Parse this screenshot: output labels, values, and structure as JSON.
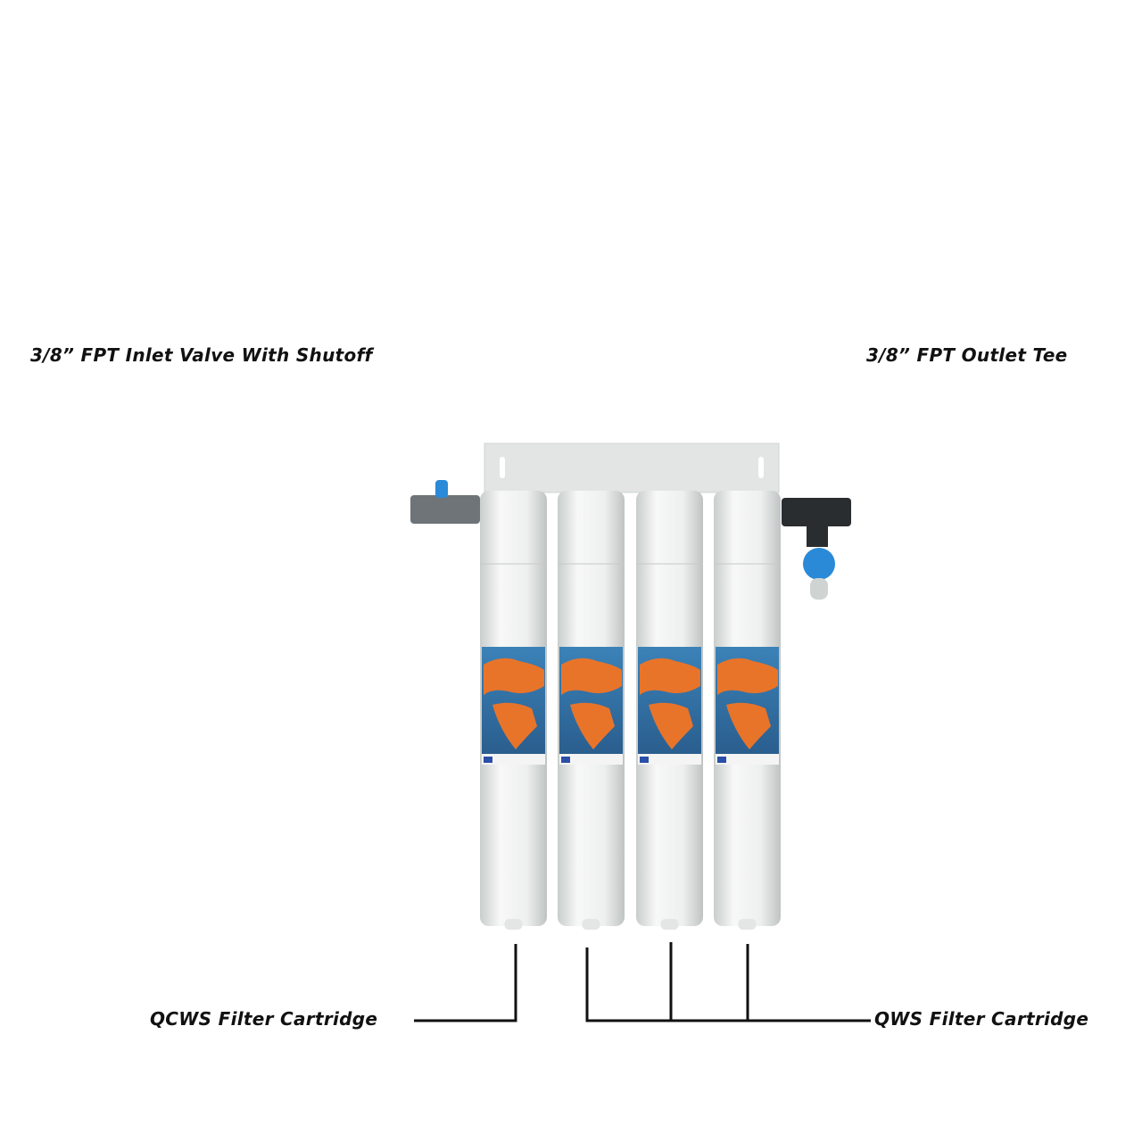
{
  "labels": {
    "inlet": "3/8” FPT Inlet Valve With Shutoff",
    "outlet": "3/8” FPT Outlet Tee",
    "qcws": "QCWS Filter Cartridge",
    "qws": "QWS Filter Cartridge"
  },
  "colors": {
    "cartridge": "#eceeec",
    "label_blue": "#2f74a8",
    "label_orange": "#e8742a",
    "valve_blue": "#2a8ad8",
    "pipe_gray": "#6e7478",
    "tee_black": "#2a2d30",
    "leader_line": "#111111"
  },
  "cartridges": [
    {
      "type": "QCWS"
    },
    {
      "type": "QWS"
    },
    {
      "type": "QWS"
    },
    {
      "type": "QWS"
    }
  ]
}
